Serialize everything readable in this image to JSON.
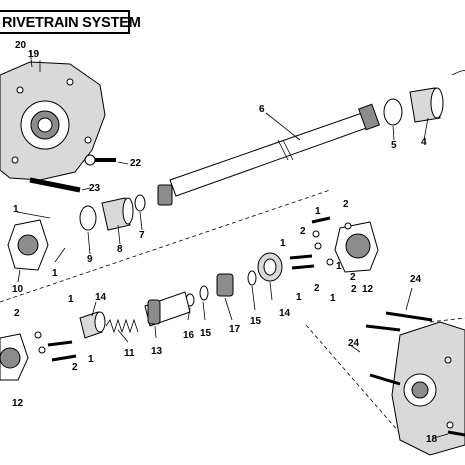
{
  "header": {
    "title": "RIVETRAIN SYSTEM"
  },
  "callouts": [
    {
      "id": "c20a",
      "text": "20"
    },
    {
      "id": "c19",
      "text": "19"
    },
    {
      "id": "c6",
      "text": "6"
    },
    {
      "id": "c22",
      "text": "22"
    },
    {
      "id": "c23",
      "text": "23"
    },
    {
      "id": "c5",
      "text": "5"
    },
    {
      "id": "c4",
      "text": "4"
    },
    {
      "id": "c1a",
      "text": "1"
    },
    {
      "id": "c9",
      "text": "9"
    },
    {
      "id": "c8",
      "text": "8"
    },
    {
      "id": "c7",
      "text": "7"
    },
    {
      "id": "c1b",
      "text": "1"
    },
    {
      "id": "c10",
      "text": "10"
    },
    {
      "id": "c1c",
      "text": "1"
    },
    {
      "id": "c2a",
      "text": "2"
    },
    {
      "id": "c1d",
      "text": "1"
    },
    {
      "id": "c2b",
      "text": "2"
    },
    {
      "id": "c1e",
      "text": "1"
    },
    {
      "id": "c2c",
      "text": "2"
    },
    {
      "id": "c1f",
      "text": "1"
    },
    {
      "id": "c2d",
      "text": "2"
    },
    {
      "id": "c12a",
      "text": "12"
    },
    {
      "id": "c14a",
      "text": "14"
    },
    {
      "id": "c1g",
      "text": "1"
    },
    {
      "id": "c2e",
      "text": "2"
    },
    {
      "id": "c24a",
      "text": "24"
    },
    {
      "id": "c14b",
      "text": "14"
    },
    {
      "id": "c15a",
      "text": "15"
    },
    {
      "id": "c17",
      "text": "17"
    },
    {
      "id": "c15b",
      "text": "15"
    },
    {
      "id": "c16",
      "text": "16"
    },
    {
      "id": "c13",
      "text": "13"
    },
    {
      "id": "c11",
      "text": "11"
    },
    {
      "id": "c1h",
      "text": "1"
    },
    {
      "id": "c2f",
      "text": "2"
    },
    {
      "id": "c1i",
      "text": "1"
    },
    {
      "id": "c2g",
      "text": "2"
    },
    {
      "id": "c12b",
      "text": "12"
    },
    {
      "id": "c24b",
      "text": "24"
    },
    {
      "id": "c18",
      "text": "18"
    }
  ],
  "colors": {
    "line": "#000000",
    "housing": "#d9d9d9",
    "shade": "#8c8c8c"
  }
}
